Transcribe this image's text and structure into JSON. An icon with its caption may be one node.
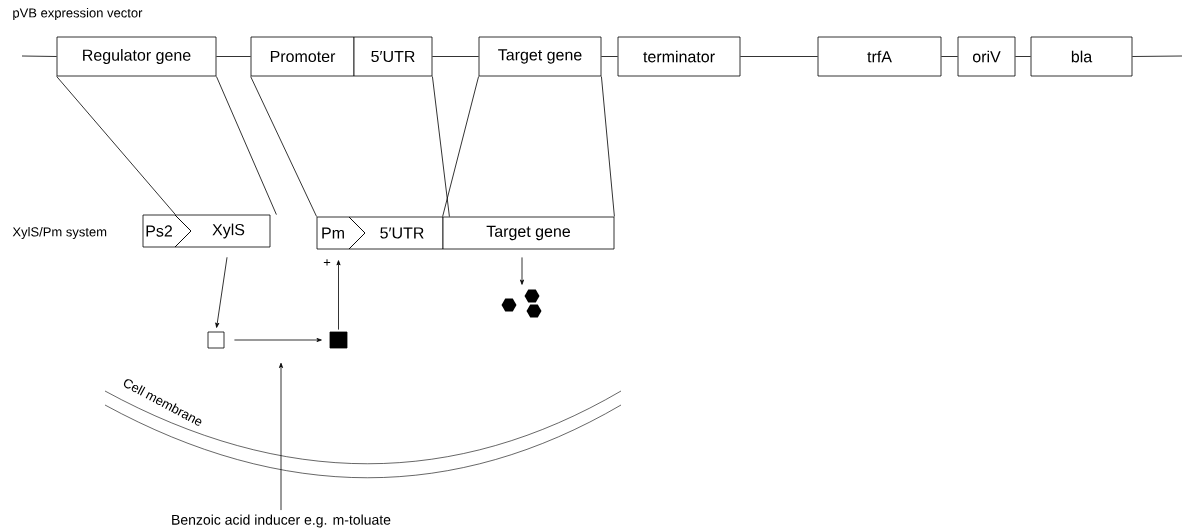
{
  "diagram": {
    "title": "pVB expression vector",
    "nodes": [
      {
        "text": [
          "Regulator gene"
        ]
      },
      {
        "text": [
          "Promoter"
        ]
      },
      {
        "text": [
          "5′UTR"
        ]
      },
      {
        "text": [
          "Target gene"
        ]
      },
      {
        "text": [
          "terminator"
        ]
      },
      {
        "text": [
          "trfA"
        ]
      },
      {
        "text": [
          "oriV"
        ]
      },
      {
        "text": [
          "bla"
        ]
      },
      {
        "text": [
          "Ps2"
        ]
      },
      {
        "text": [
          "XylS"
        ]
      },
      {
        "text": [
          "Pm"
        ]
      },
      {
        "text": [
          "5′UTR"
        ]
      },
      {
        "text": [
          "Target gene"
        ]
      },
      {
        "text": [],
        "shape": "picture"
      },
      {
        "text": [],
        "shape": "box"
      },
      {
        "text": [],
        "shape": "block"
      },
      {
        "text": [
          "Benzoic acid inducer e.g. m-toluate"
        ]
      }
    ],
    "edges": [
      {
        "from": null,
        "to": 0,
        "arrow": "none"
      },
      {
        "from": 0,
        "to": 1,
        "arrow": "none"
      },
      {
        "from": 2,
        "to": 3,
        "arrow": "none"
      },
      {
        "from": 3,
        "to": 4,
        "arrow": "none"
      },
      {
        "from": 4,
        "to": 5,
        "arrow": "none"
      },
      {
        "from": 5,
        "to": 6,
        "arrow": "none"
      },
      {
        "from": 6,
        "to": 7,
        "arrow": "none"
      },
      {
        "from": 7,
        "to": null,
        "arrow": "none"
      },
      {
        "from": 0,
        "to": 8,
        "arrow": "none"
      },
      {
        "from": 0,
        "to": 9,
        "arrow": "none"
      },
      {
        "from": 1,
        "to": 10,
        "arrow": "none"
      },
      {
        "from": 2,
        "to": 11,
        "arrow": "none"
      },
      {
        "from": 3,
        "to": 12,
        "arrow": "none"
      },
      {
        "from": 3,
        "to": 12,
        "arrow": "none"
      },
      {
        "from": 9,
        "to": 14,
        "arrow": "to"
      },
      {
        "from": 14,
        "to": 15,
        "arrow": "to"
      },
      {
        "from": 16,
        "to": null,
        "arrow": "to"
      },
      {
        "from": 15,
        "to": 10,
        "arrow": "to",
        "label": "+"
      },
      {
        "from": 12,
        "to": 13,
        "arrow": "to"
      }
    ],
    "labels": [
      "XylS/Pm system",
      "Cell membrane"
    ]
  }
}
